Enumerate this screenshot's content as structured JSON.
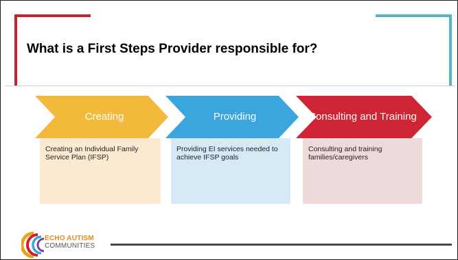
{
  "slide": {
    "title": "What is a First Steps Provider responsible for?",
    "steps": [
      {
        "label": "Creating",
        "description": "Creating an Individual Family Service Plan (IFSP)",
        "color": "#f2b93b",
        "card_color": "#fbe9d2"
      },
      {
        "label": "Providing",
        "description": "Providing EI services needed to achieve IFSP goals",
        "color": "#3aa6dd",
        "card_color": "#d5eaf5"
      },
      {
        "label": "Consulting and Training",
        "description": "Consulting and training families/caregivers",
        "color": "#cf2434",
        "card_color": "#eedada"
      }
    ]
  },
  "logo": {
    "line1": "ECHO AUTISM",
    "line2": "COMMUNITIES"
  },
  "colors": {
    "accent_red": "#c8202f",
    "accent_teal": "#56b3c0",
    "footer_line": "#3f4752"
  }
}
